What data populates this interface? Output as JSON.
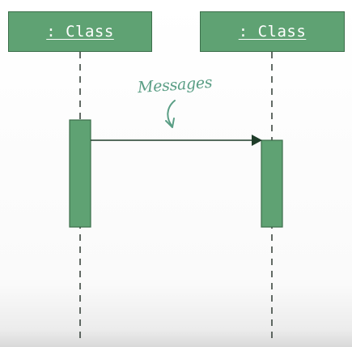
{
  "diagram": {
    "type": "uml-sequence",
    "lifelines": [
      {
        "label": ": Class"
      },
      {
        "label": ": Class"
      }
    ],
    "message_annotation": "Messages",
    "colors": {
      "box_fill": "#5fa273",
      "box_border": "#3b6e4a",
      "activation_fill": "#5fa273",
      "arrow": "#1f3d2a",
      "lifeline": "#2f3a33",
      "annotation": "#5a9e85"
    }
  }
}
